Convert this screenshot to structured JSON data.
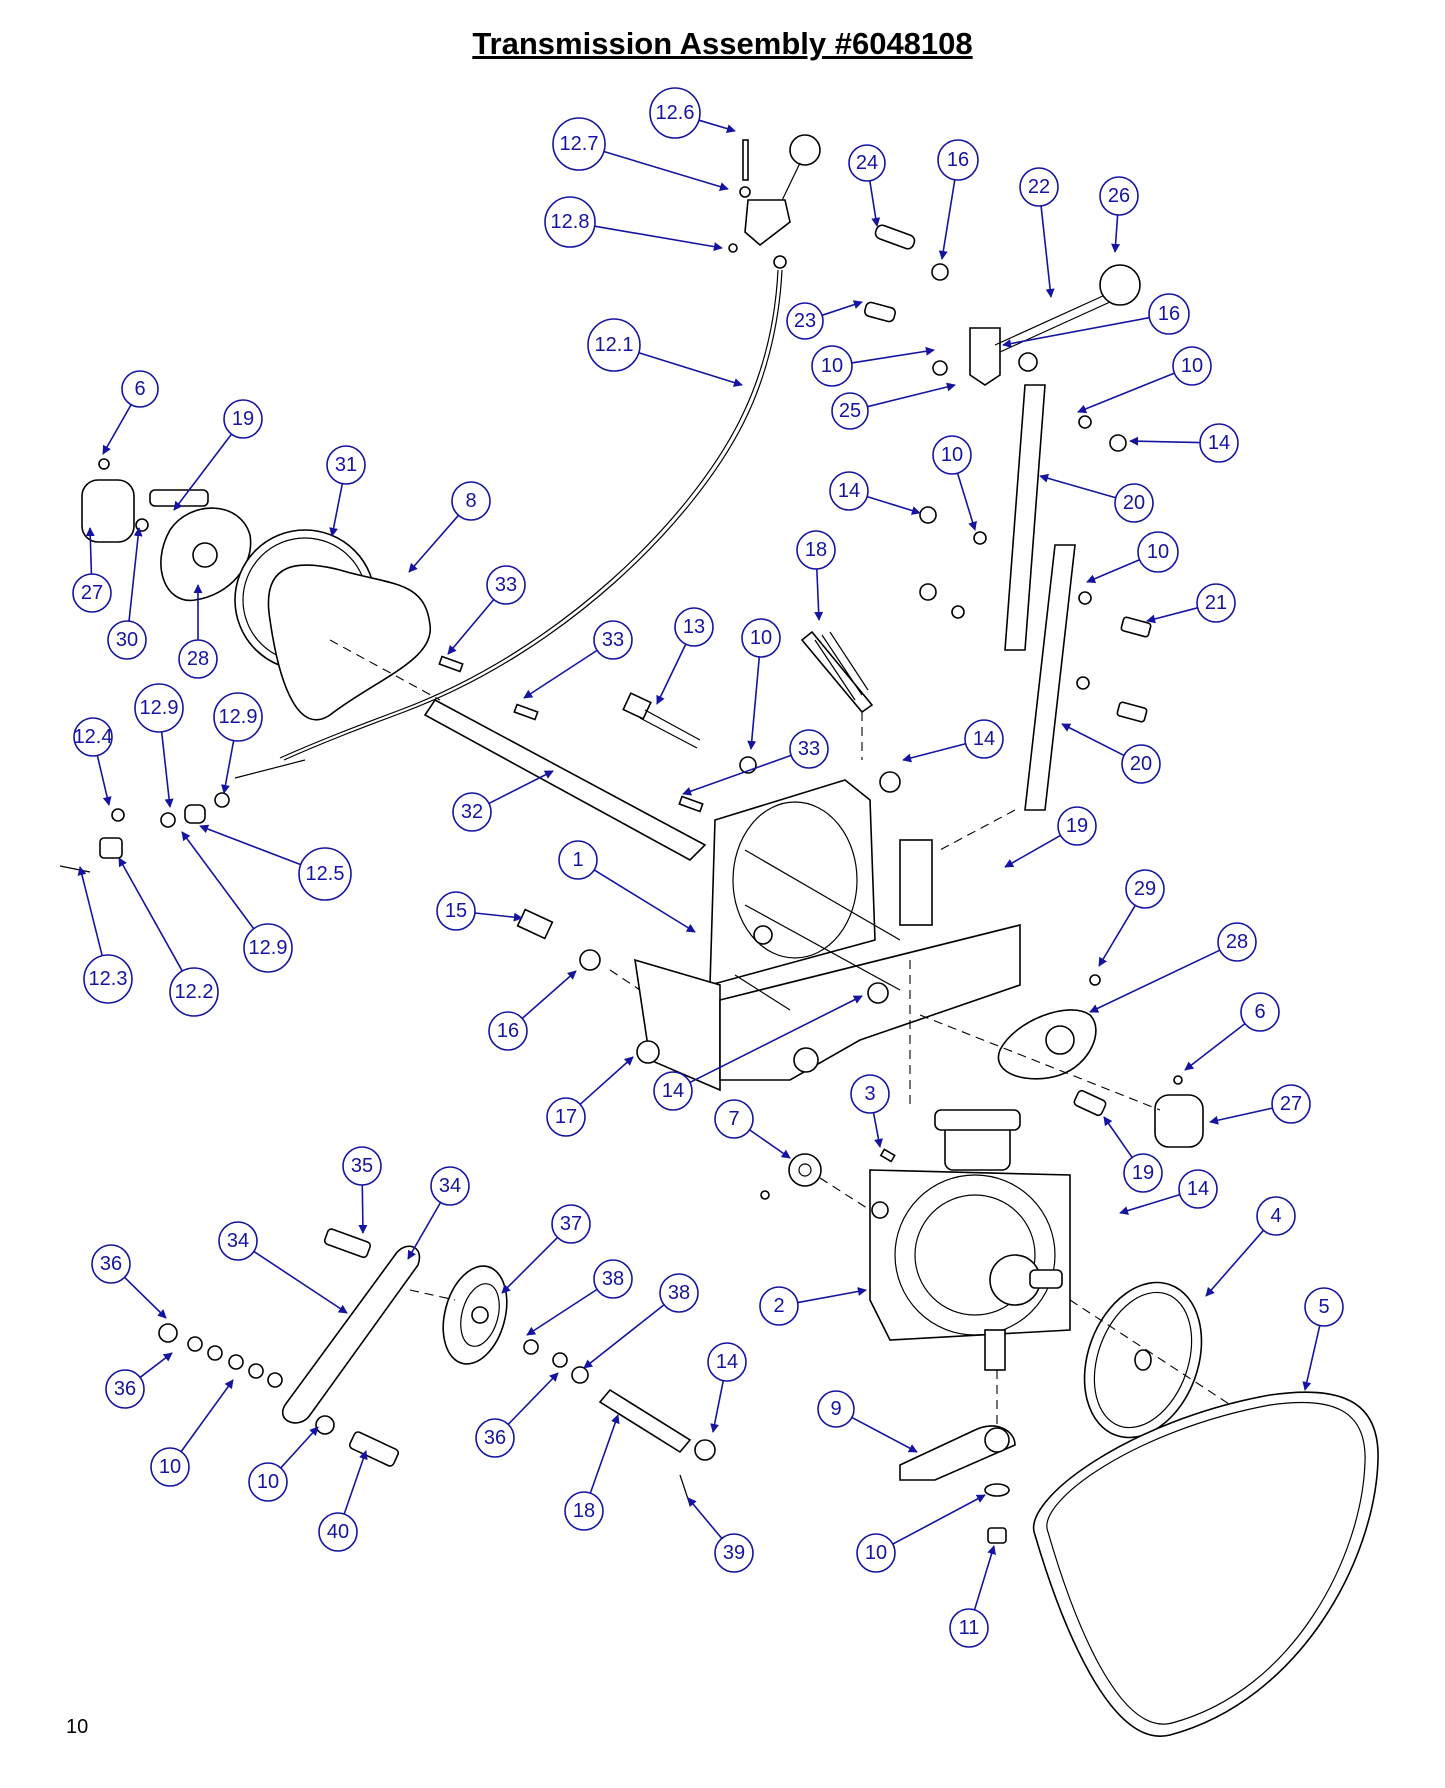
{
  "title": "Transmission Assembly #6048108",
  "page_number": "10",
  "colors": {
    "callout": "#1414a0",
    "line_art": "#000000",
    "background": "#ffffff"
  },
  "callouts": [
    {
      "label": "12.6"
    },
    {
      "label": "12.7"
    },
    {
      "label": "12.8"
    },
    {
      "label": "12.1"
    },
    {
      "label": "24"
    },
    {
      "label": "16"
    },
    {
      "label": "22"
    },
    {
      "label": "26"
    },
    {
      "label": "23"
    },
    {
      "label": "16"
    },
    {
      "label": "10"
    },
    {
      "label": "10"
    },
    {
      "label": "25"
    },
    {
      "label": "14"
    },
    {
      "label": "10"
    },
    {
      "label": "14"
    },
    {
      "label": "20"
    },
    {
      "label": "10"
    },
    {
      "label": "21"
    },
    {
      "label": "18"
    },
    {
      "label": "20"
    },
    {
      "label": "14"
    },
    {
      "label": "19"
    },
    {
      "label": "6"
    },
    {
      "label": "19"
    },
    {
      "label": "31"
    },
    {
      "label": "8"
    },
    {
      "label": "27"
    },
    {
      "label": "30"
    },
    {
      "label": "28"
    },
    {
      "label": "33"
    },
    {
      "label": "33"
    },
    {
      "label": "13"
    },
    {
      "label": "10"
    },
    {
      "label": "33"
    },
    {
      "label": "32"
    },
    {
      "label": "12.4"
    },
    {
      "label": "12.9"
    },
    {
      "label": "12.9"
    },
    {
      "label": "12.5"
    },
    {
      "label": "12.9"
    },
    {
      "label": "12.3"
    },
    {
      "label": "12.2"
    },
    {
      "label": "1"
    },
    {
      "label": "15"
    },
    {
      "label": "16"
    },
    {
      "label": "17"
    },
    {
      "label": "14"
    },
    {
      "label": "29"
    },
    {
      "label": "28"
    },
    {
      "label": "6"
    },
    {
      "label": "27"
    },
    {
      "label": "3"
    },
    {
      "label": "7"
    },
    {
      "label": "19"
    },
    {
      "label": "14"
    },
    {
      "label": "4"
    },
    {
      "label": "2"
    },
    {
      "label": "5"
    },
    {
      "label": "35"
    },
    {
      "label": "34"
    },
    {
      "label": "34"
    },
    {
      "label": "37"
    },
    {
      "label": "36"
    },
    {
      "label": "38"
    },
    {
      "label": "38"
    },
    {
      "label": "36"
    },
    {
      "label": "36"
    },
    {
      "label": "10"
    },
    {
      "label": "10"
    },
    {
      "label": "40"
    },
    {
      "label": "14"
    },
    {
      "label": "18"
    },
    {
      "label": "39"
    },
    {
      "label": "9"
    },
    {
      "label": "10"
    },
    {
      "label": "11"
    }
  ]
}
